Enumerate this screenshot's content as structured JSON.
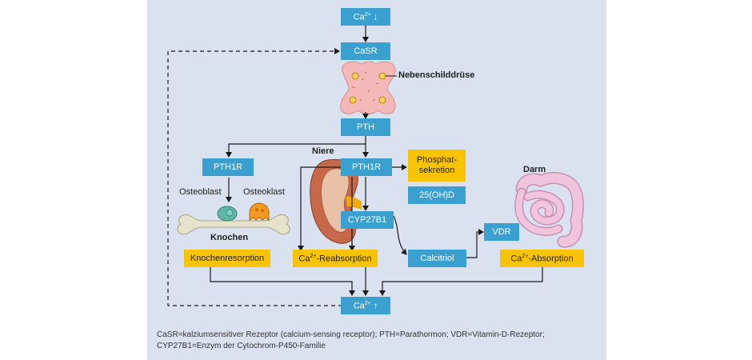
{
  "nodes": {
    "ca_low": {
      "main": "Ca",
      "sup": "2+",
      "suffix": " ↓"
    },
    "casr": "CaSR",
    "pth": "PTH",
    "pth1r_bone": "PTH1R",
    "pth1r_kidney": "PTH1R",
    "phosphate": [
      "Phosphat-",
      "sekretion"
    ],
    "ohd": "25(OH)D",
    "cyp": "CYP27B1",
    "calcitriol": "Calcitriol",
    "vdr": "VDR",
    "bone_resorption": "Knochenresorption",
    "reabsorption": {
      "main": "Ca",
      "sup": "2+",
      "suffix": "-Reabsorption"
    },
    "absorption": {
      "main": "Ca",
      "sup": "2+",
      "suffix": "-Absorption"
    },
    "ca_high": {
      "main": "Ca",
      "sup": "2+",
      "suffix": " ↑"
    }
  },
  "labels": {
    "parathyroid": "Nebenschilddrüse",
    "kidney": "Niere",
    "intestine": "Darm",
    "osteoblast": "Osteoblast",
    "osteoclast": "Osteoklast",
    "bone": "Knochen"
  },
  "footnote": {
    "line1": "CaSR=kalziumsensitiver Rezeptor (calcium-sensing receptor); PTH=Parathormon; VDR=Vitamin-D-Rezeptor;",
    "line2": "CYP27B1=Enzym der Cytochrom-P450-Familie"
  },
  "colors": {
    "panel": "#d9e2ee",
    "box_blue": "#3aa0d0",
    "box_yellow": "#f8c300",
    "arrow": "#1a1a1a"
  },
  "icons": [
    "parathyroid-gland-icon",
    "kidney-icon",
    "bone-icon",
    "osteoblast-icon",
    "osteoclast-icon",
    "intestine-icon"
  ]
}
